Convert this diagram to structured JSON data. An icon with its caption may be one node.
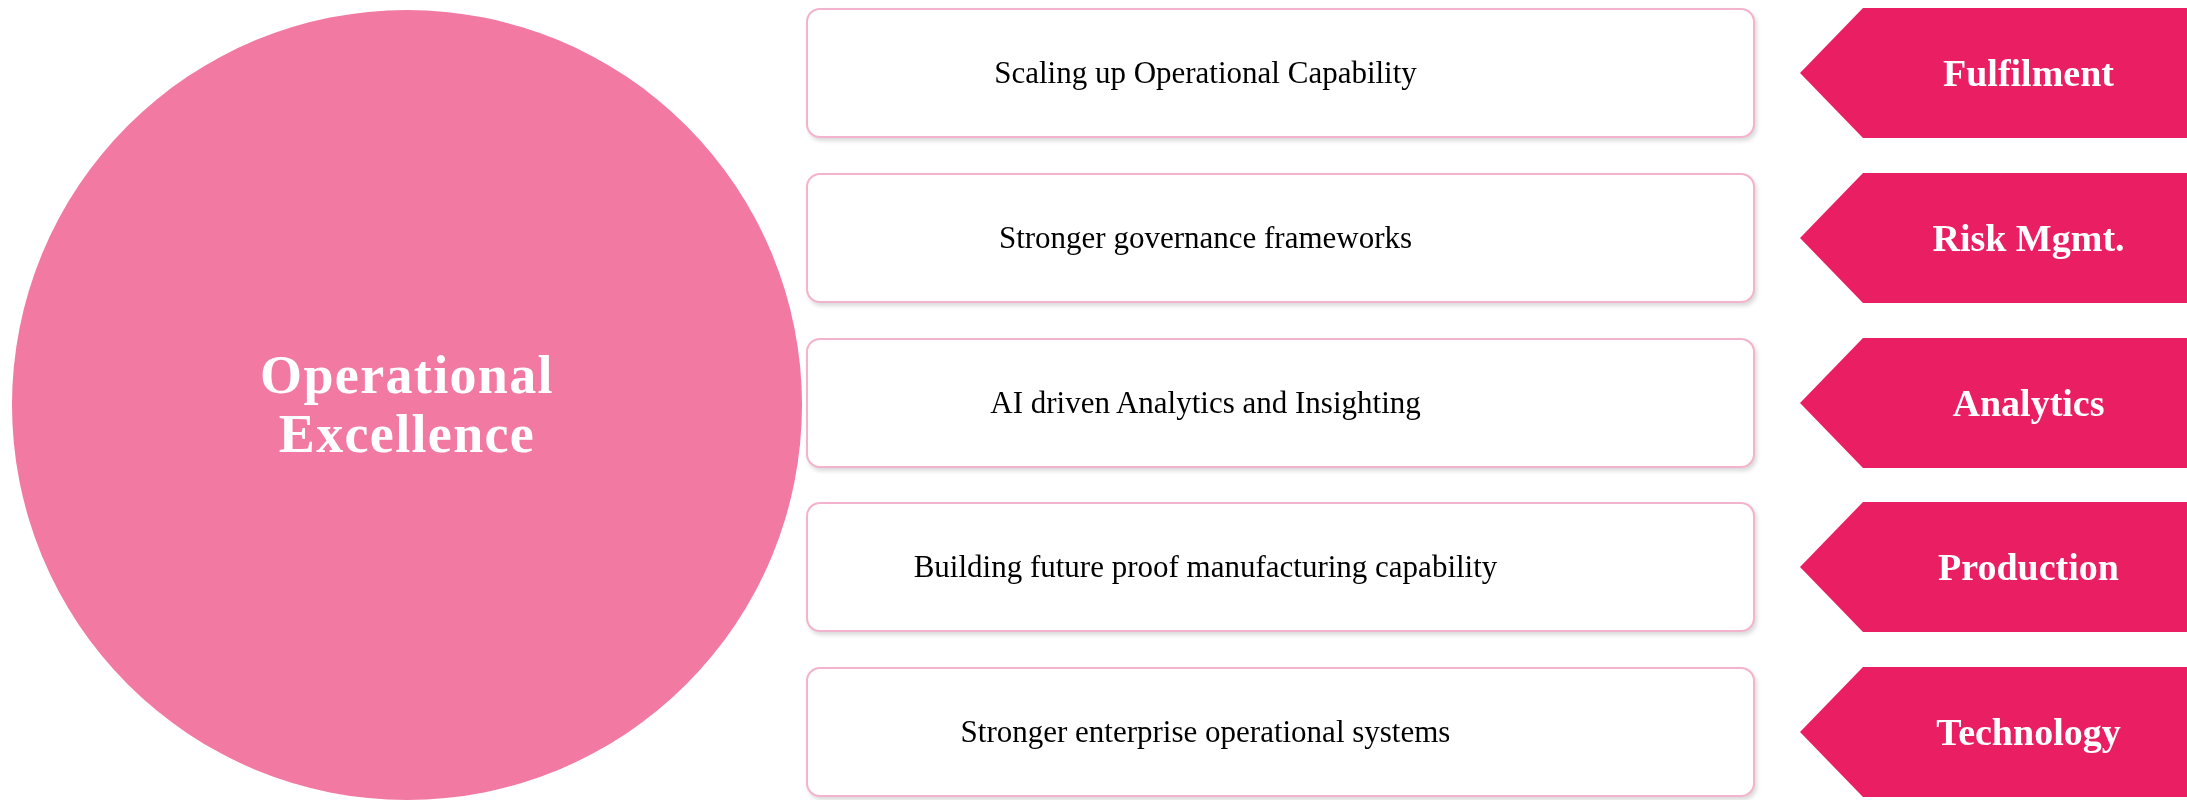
{
  "diagram": {
    "nodes": [
      {
        "text": [
          "Operational Excellence"
        ]
      },
      {
        "text": [
          "Scaling up Operational Capability"
        ]
      },
      {
        "text": [
          "Stronger governance frameworks"
        ]
      },
      {
        "text": [
          "AI driven Analytics and Insighting"
        ]
      },
      {
        "text": [
          "Building future proof manufacturing capability"
        ]
      },
      {
        "text": [
          "Stronger enterprise operational systems"
        ]
      },
      {
        "text": [
          "Fulfilment"
        ]
      },
      {
        "text": [
          "Risk Mgmt."
        ]
      },
      {
        "text": [
          "Analytics"
        ]
      },
      {
        "text": [
          "Production"
        ]
      },
      {
        "text": [
          "Technology"
        ]
      }
    ]
  }
}
